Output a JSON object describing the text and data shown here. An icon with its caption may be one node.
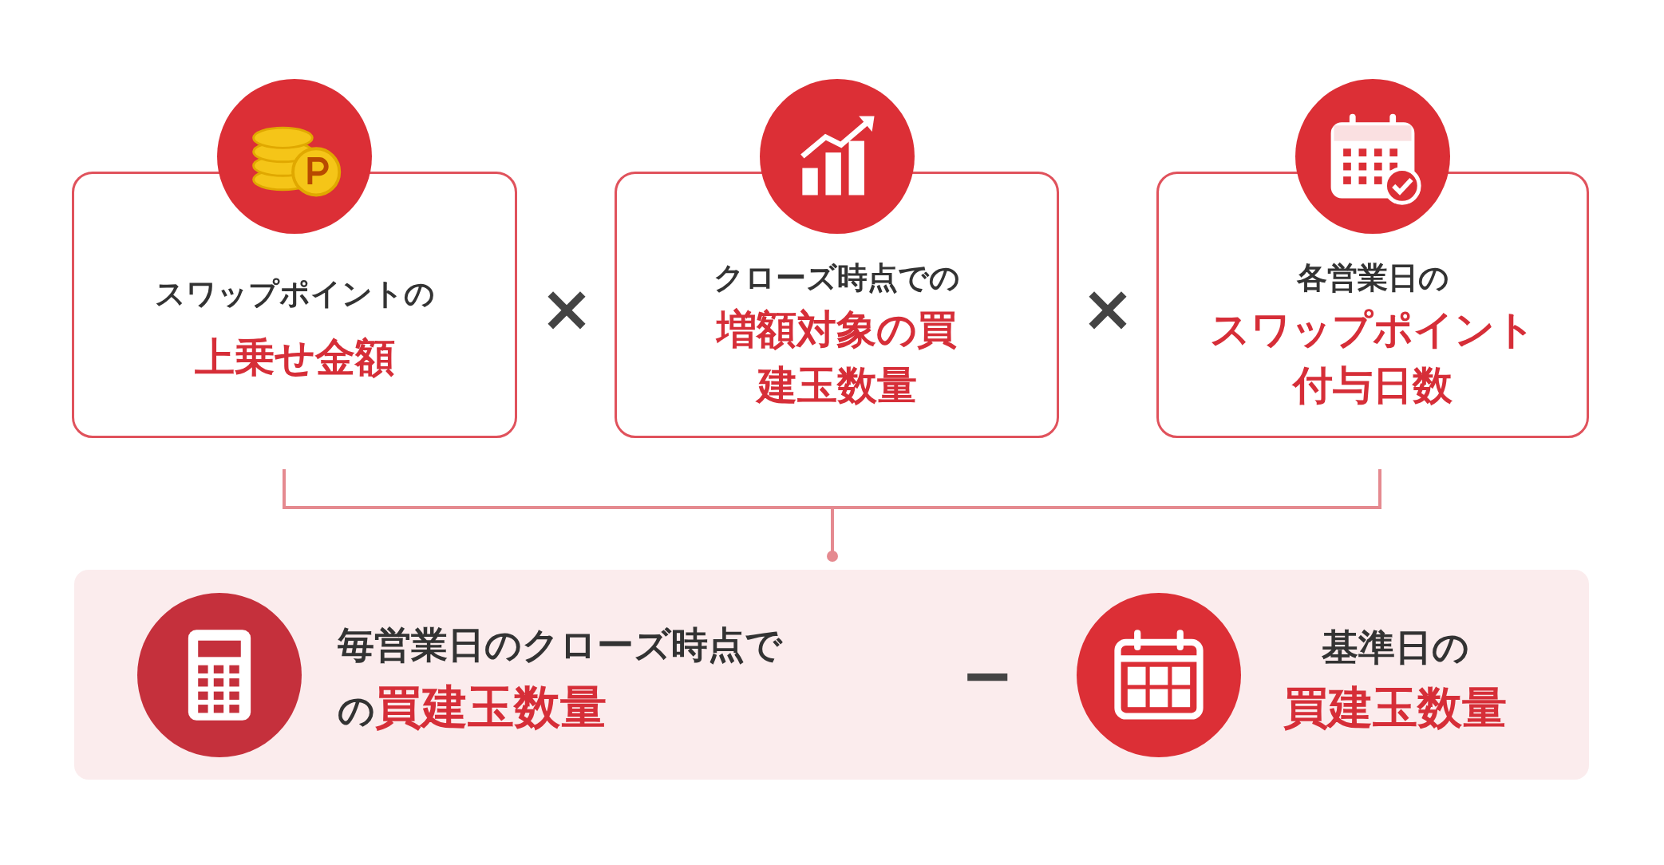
{
  "diagram": {
    "nodes": [
      {
        "text": [
          "スワップポイントの",
          "上乗せ金額"
        ]
      },
      {
        "text": [
          "クローズ時点での",
          "増額対象の買建玉数量"
        ]
      },
      {
        "text": [
          "各営業日の",
          "スワップポイント付与日数"
        ]
      },
      {
        "text": [],
        "shape": "box"
      },
      {
        "text": [
          "毎営業日のクローズ時点での**買建玉数量**"
        ],
        "in": 3
      },
      {
        "text": [
          "基準日の",
          "買建玉数量"
        ],
        "in": 3
      }
    ],
    "edges": [],
    "labels": [
      "×",
      "×",
      "−"
    ]
  }
}
